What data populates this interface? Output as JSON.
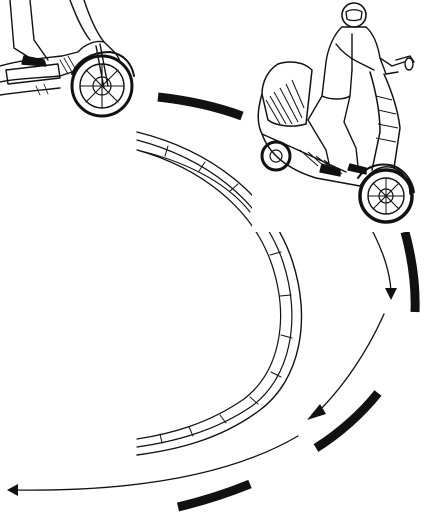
{
  "figure": {
    "subject": "scooter-cornering-manoeuvre",
    "elements": [
      "scooter-rider-exiting",
      "scooter-rider-leaning-into-turn",
      "curved-road-with-curb",
      "direction-arrows",
      "bold-path-markers"
    ],
    "icons": [
      "arrowhead-down-icon",
      "arrowhead-down-left-icon",
      "arrowhead-left-icon"
    ],
    "colors": {
      "line": "#111111",
      "background": "#ffffff"
    }
  }
}
